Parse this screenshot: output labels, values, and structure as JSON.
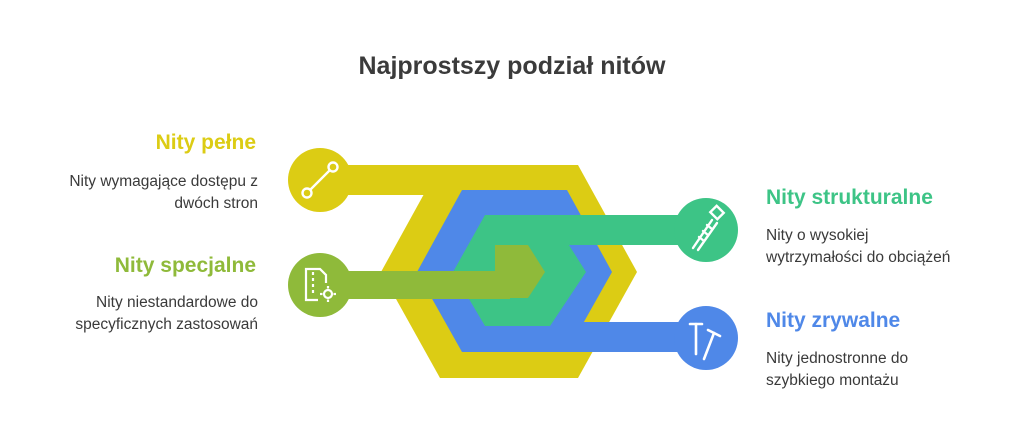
{
  "title": "Najprostszy podział nitów",
  "colors": {
    "yellow": "#dccc14",
    "blue": "#4f88e8",
    "green": "#3dc486",
    "olive": "#8fba3a",
    "title": "#3b3b3b",
    "text": "#3a3a3a"
  },
  "items": [
    {
      "label": "Nity pełne",
      "description": "Nity wymagające dostępu z dwóch stron",
      "icon": "line-segment-icon",
      "color": "yellow"
    },
    {
      "label": "Nity specjalne",
      "description": "Nity niestandardowe do specyficznych zastosowań",
      "icon": "zip-file-gear-icon",
      "color": "olive"
    },
    {
      "label": "Nity strukturalne",
      "description": "Nity o wysokiej wytrzymałości do obciążeń",
      "icon": "screw-icon",
      "color": "green"
    },
    {
      "label": "Nity zrywalne",
      "description": "Nity jednostronne do szybkiego montażu",
      "icon": "nails-icon",
      "color": "blue"
    }
  ]
}
